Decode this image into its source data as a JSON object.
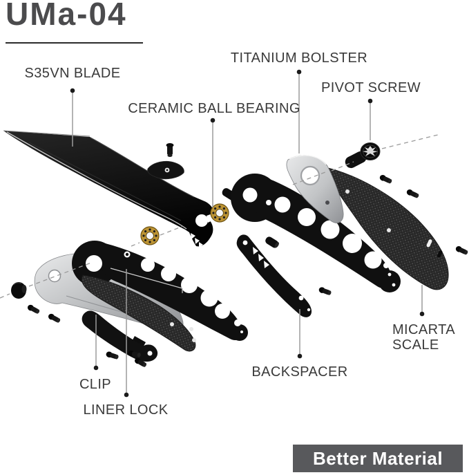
{
  "header": {
    "title": "UMa-04"
  },
  "labels": {
    "blade": "S35VN BLADE",
    "titanium_bolster": "TITANIUM BOLSTER",
    "pivot_screw": "PIVOT SCREW",
    "ceramic_ball_bearing": "CERAMIC BALL BEARING",
    "micarta_scale_line1": "MICARTA",
    "micarta_scale_line2": "SCALE",
    "backspacer": "BACKSPACER",
    "clip": "CLIP",
    "liner_lock": "LINER LOCK"
  },
  "badge": {
    "text": "Better Material",
    "background": "#58595c",
    "text_color": "#ffffff"
  },
  "colors": {
    "part_black": "#0f0f0f",
    "bearing_gold": "#bd9434",
    "metal_silver": "#c7c9cb",
    "label_text": "#3a3a3a",
    "title_text": "#4b4b4d"
  }
}
